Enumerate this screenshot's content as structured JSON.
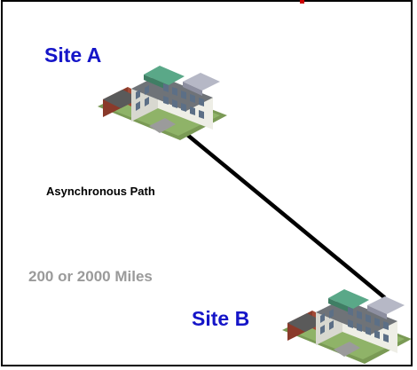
{
  "diagram": {
    "site_a": {
      "label": "Site A"
    },
    "site_b": {
      "label": "Site B"
    },
    "link": {
      "label": "Asynchronous Path"
    },
    "distance": {
      "label": "200 or 2000 Miles"
    }
  },
  "colors": {
    "site_label": "#1515c8",
    "distance_label": "#9a9a9a",
    "link_line": "#000000",
    "frame": "#000000",
    "accent_red": "#cc0000"
  },
  "icons": {
    "site_a_icon": "office-building-icon",
    "site_b_icon": "office-building-icon"
  }
}
